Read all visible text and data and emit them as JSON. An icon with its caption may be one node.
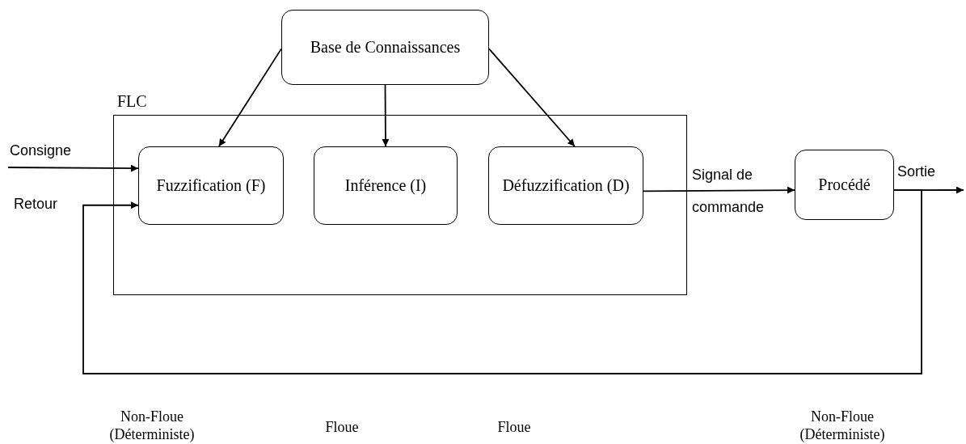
{
  "diagram": {
    "nodes": [
      {
        "text": [
          "Base de Connaissances"
        ]
      },
      {
        "text": [
          "FLC"
        ]
      },
      {
        "text": [
          "Fuzzification (F)"
        ],
        "in": 1
      },
      {
        "text": [
          "Inférence (I)"
        ],
        "in": 1
      },
      {
        "text": [
          "Défuzzification (D)"
        ],
        "in": 1
      },
      {
        "text": [
          "Procédé"
        ]
      }
    ],
    "edges": [
      {
        "from": 0,
        "to": 2,
        "arrow": "to"
      },
      {
        "from": 0,
        "to": 3,
        "arrow": "to"
      },
      {
        "from": 0,
        "to": 4,
        "arrow": "to"
      },
      {
        "from": null,
        "to": 2,
        "arrow": "to",
        "label": "Consigne"
      },
      {
        "from": 4,
        "to": 5,
        "arrow": "to",
        "label": "Signal de commande"
      },
      {
        "from": 5,
        "to": null,
        "arrow": "to",
        "label": "Sortie"
      },
      {
        "from": 5,
        "to": 2,
        "arrow": "to",
        "label": "Retour"
      }
    ],
    "labels": [
      "Non-Floue (Déterministe)",
      "Floue",
      "Floue",
      "Non-Floue (Déterministe)"
    ]
  }
}
